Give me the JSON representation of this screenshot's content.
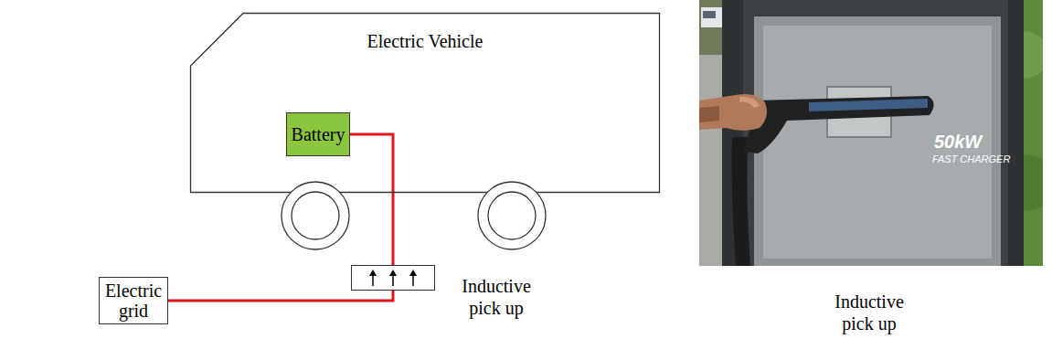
{
  "diagram": {
    "nodes": [
      {
        "text": [
          "Electric Vehicle"
        ]
      },
      {
        "text": [
          "Battery"
        ],
        "in": 0
      },
      {
        "text": [
          "Electric grid"
        ]
      },
      {
        "text": [
          "Inductive pick up"
        ]
      }
    ],
    "edges": [
      {
        "from": 1,
        "to": 3,
        "arrow": "none"
      },
      {
        "from": 2,
        "to": 3,
        "arrow": "none"
      }
    ],
    "labels": [
      "50kW",
      "FAST CHARGER",
      "Inductive pick up"
    ]
  }
}
